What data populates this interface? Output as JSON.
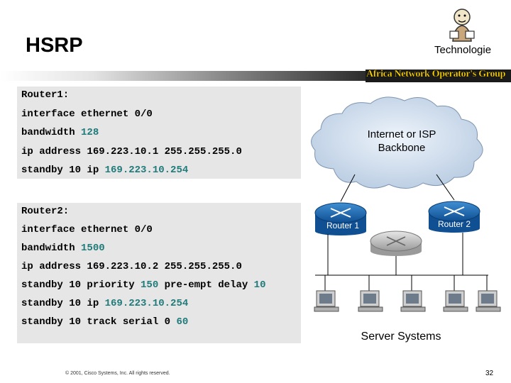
{
  "header": {
    "title": "HSRP",
    "brand": "Technologie",
    "group": "Africa Network Operator's Group"
  },
  "router1": {
    "heading": "Router1:",
    "interface": "interface ethernet 0/0",
    "bw_prefix": "bandwidth ",
    "bw_value": "128",
    "ip_line": "ip address 169.223.10.1 255.255.255.0",
    "sb_prefix": "standby 10 ip ",
    "sb_value": "169.223.10.254"
  },
  "router2": {
    "heading": "Router2:",
    "interface": "interface ethernet 0/0",
    "bw_prefix": "bandwidth ",
    "bw_value": "1500",
    "ip_line": "ip address 169.223.10.2 255.255.255.0",
    "pri_prefix": "standby 10 priority ",
    "pri_value": "150",
    "pri_mid": " pre-empt delay ",
    "pri_delay": "10",
    "sb_prefix": "standby 10 ip ",
    "sb_value": "169.223.10.254",
    "track_prefix": "standby 10 track serial 0 ",
    "track_value": "60"
  },
  "diagram": {
    "cloud_line1": "Internet or ISP",
    "cloud_line2": "Backbone",
    "router1_label": "Router 1",
    "router2_label": "Router 2",
    "servers_label": "Server Systems"
  },
  "footer": {
    "copyright": "© 2001, Cisco Systems, Inc. All rights reserved.",
    "page": "32"
  }
}
